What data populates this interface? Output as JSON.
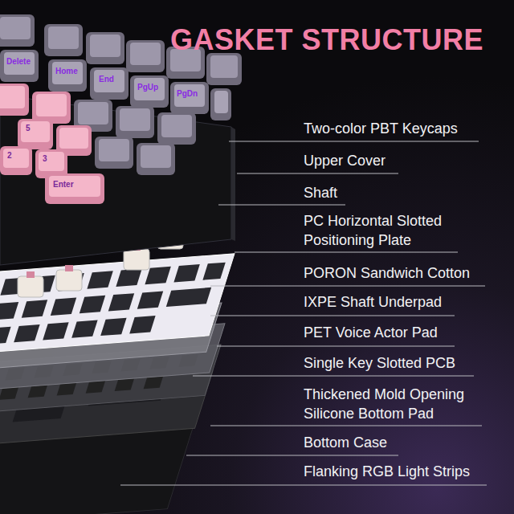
{
  "diagram": {
    "title": "GASKET STRUCTURE",
    "labels": [
      "Two-color PBT Keycaps",
      "Upper Cover",
      "Shaft",
      "PC Horizontal Slotted Positioning Plate",
      "PORON Sandwich Cotton",
      "IXPE Shaft Underpad",
      "PET Voice Actor Pad",
      "Single Key Slotted PCB",
      "Thickened Mold Opening Silicone Bottom Pad",
      "Bottom Case",
      "Flanking RGB Light Strips",
      "Delete",
      "Home",
      "End",
      "PgUp",
      "PgDn",
      "5",
      "2",
      "3",
      "Enter"
    ]
  }
}
